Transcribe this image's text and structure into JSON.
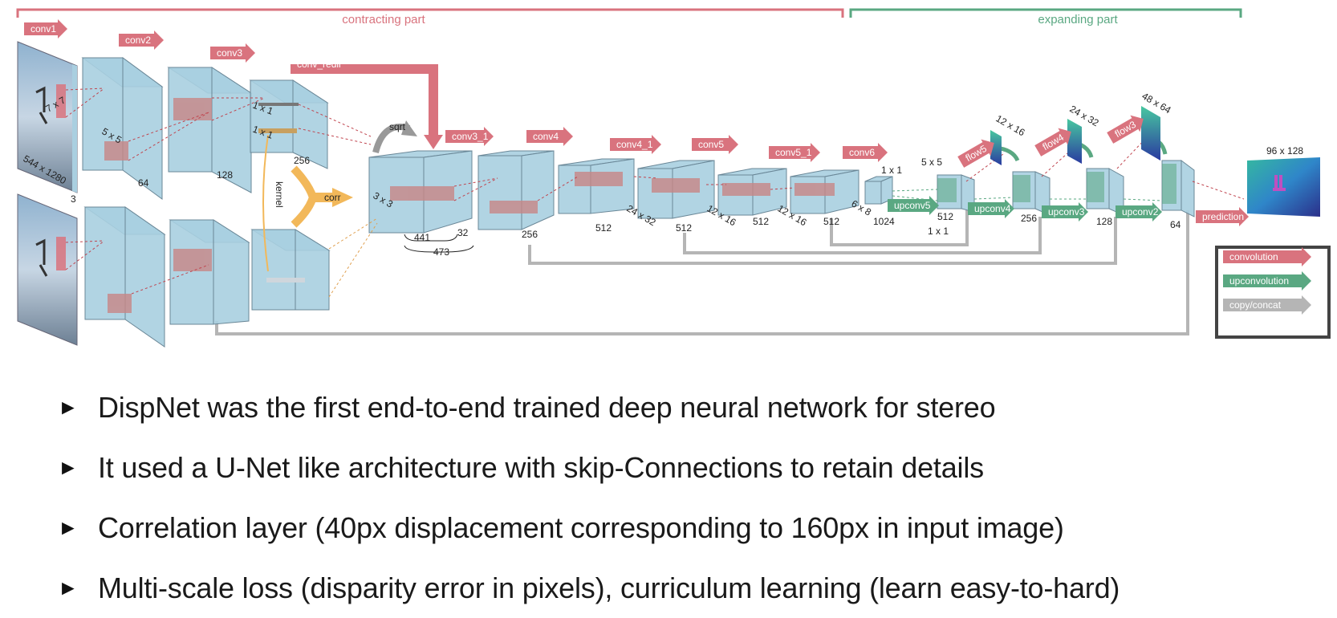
{
  "diagram": {
    "sections": {
      "contracting": "contracting part",
      "expanding": "expanding part"
    },
    "layers": {
      "conv1": "conv1",
      "conv2": "conv2",
      "conv3": "conv3",
      "conv_redir": "conv_redir",
      "conv3_1": "conv3_1",
      "conv4": "conv4",
      "conv4_1": "conv4_1",
      "conv5": "conv5",
      "conv5_1": "conv5_1",
      "conv6": "conv6",
      "corr": "corr",
      "sqrt": "sqrt",
      "kernel": "kernel",
      "upconv5": "upconv5",
      "upconv4": "upconv4",
      "upconv3": "upconv3",
      "upconv2": "upconv2",
      "flow5": "flow5",
      "flow4": "flow4",
      "flow3": "flow3",
      "prediction": "prediction"
    },
    "dims": {
      "input": "544 x 1280",
      "c3": "3",
      "k7": "7 x 7",
      "k5": "5 x 5",
      "c64": "64",
      "c128": "128",
      "c256a": "256",
      "k1a": "1 x 1",
      "k1b": "1 x 1",
      "k3": "3 x 3",
      "c441": "441",
      "c32": "32",
      "c473": "473",
      "c256b": "256",
      "c512a": "512",
      "s24x32": "24 x 32",
      "c512b": "512",
      "s12x16a": "12 x 16",
      "c512c": "512",
      "s12x16b": "12 x 16",
      "c512d": "512",
      "s6x8": "6 x 8",
      "c1024": "1024",
      "k1c": "1 x 1",
      "k5b": "5 x 5",
      "c512e": "512",
      "k1d": "1 x 1",
      "c256c": "256",
      "c128b": "128",
      "c64b": "64",
      "o12x16": "12 x 16",
      "o24x32": "24 x 32",
      "o48x64": "48 x 64",
      "o96x128": "96 x 128"
    },
    "legend": {
      "convolution": "convolution",
      "upconvolution": "upconvolution",
      "copy": "copy/concat"
    },
    "colors": {
      "conv": "#d9737e",
      "upconv": "#5aa882",
      "copy": "#b5b5b5",
      "layer": "#a9cfe0"
    }
  },
  "bullets": [
    "DispNet was the first end-to-end trained deep neural network for stereo",
    "It used a U-Net like architecture with skip-Connections to retain details",
    "Correlation layer (40px displacement corresponding to 160px in input image)",
    "Multi-scale loss (disparity error in pixels), curriculum learning (learn easy-to-hard)"
  ]
}
